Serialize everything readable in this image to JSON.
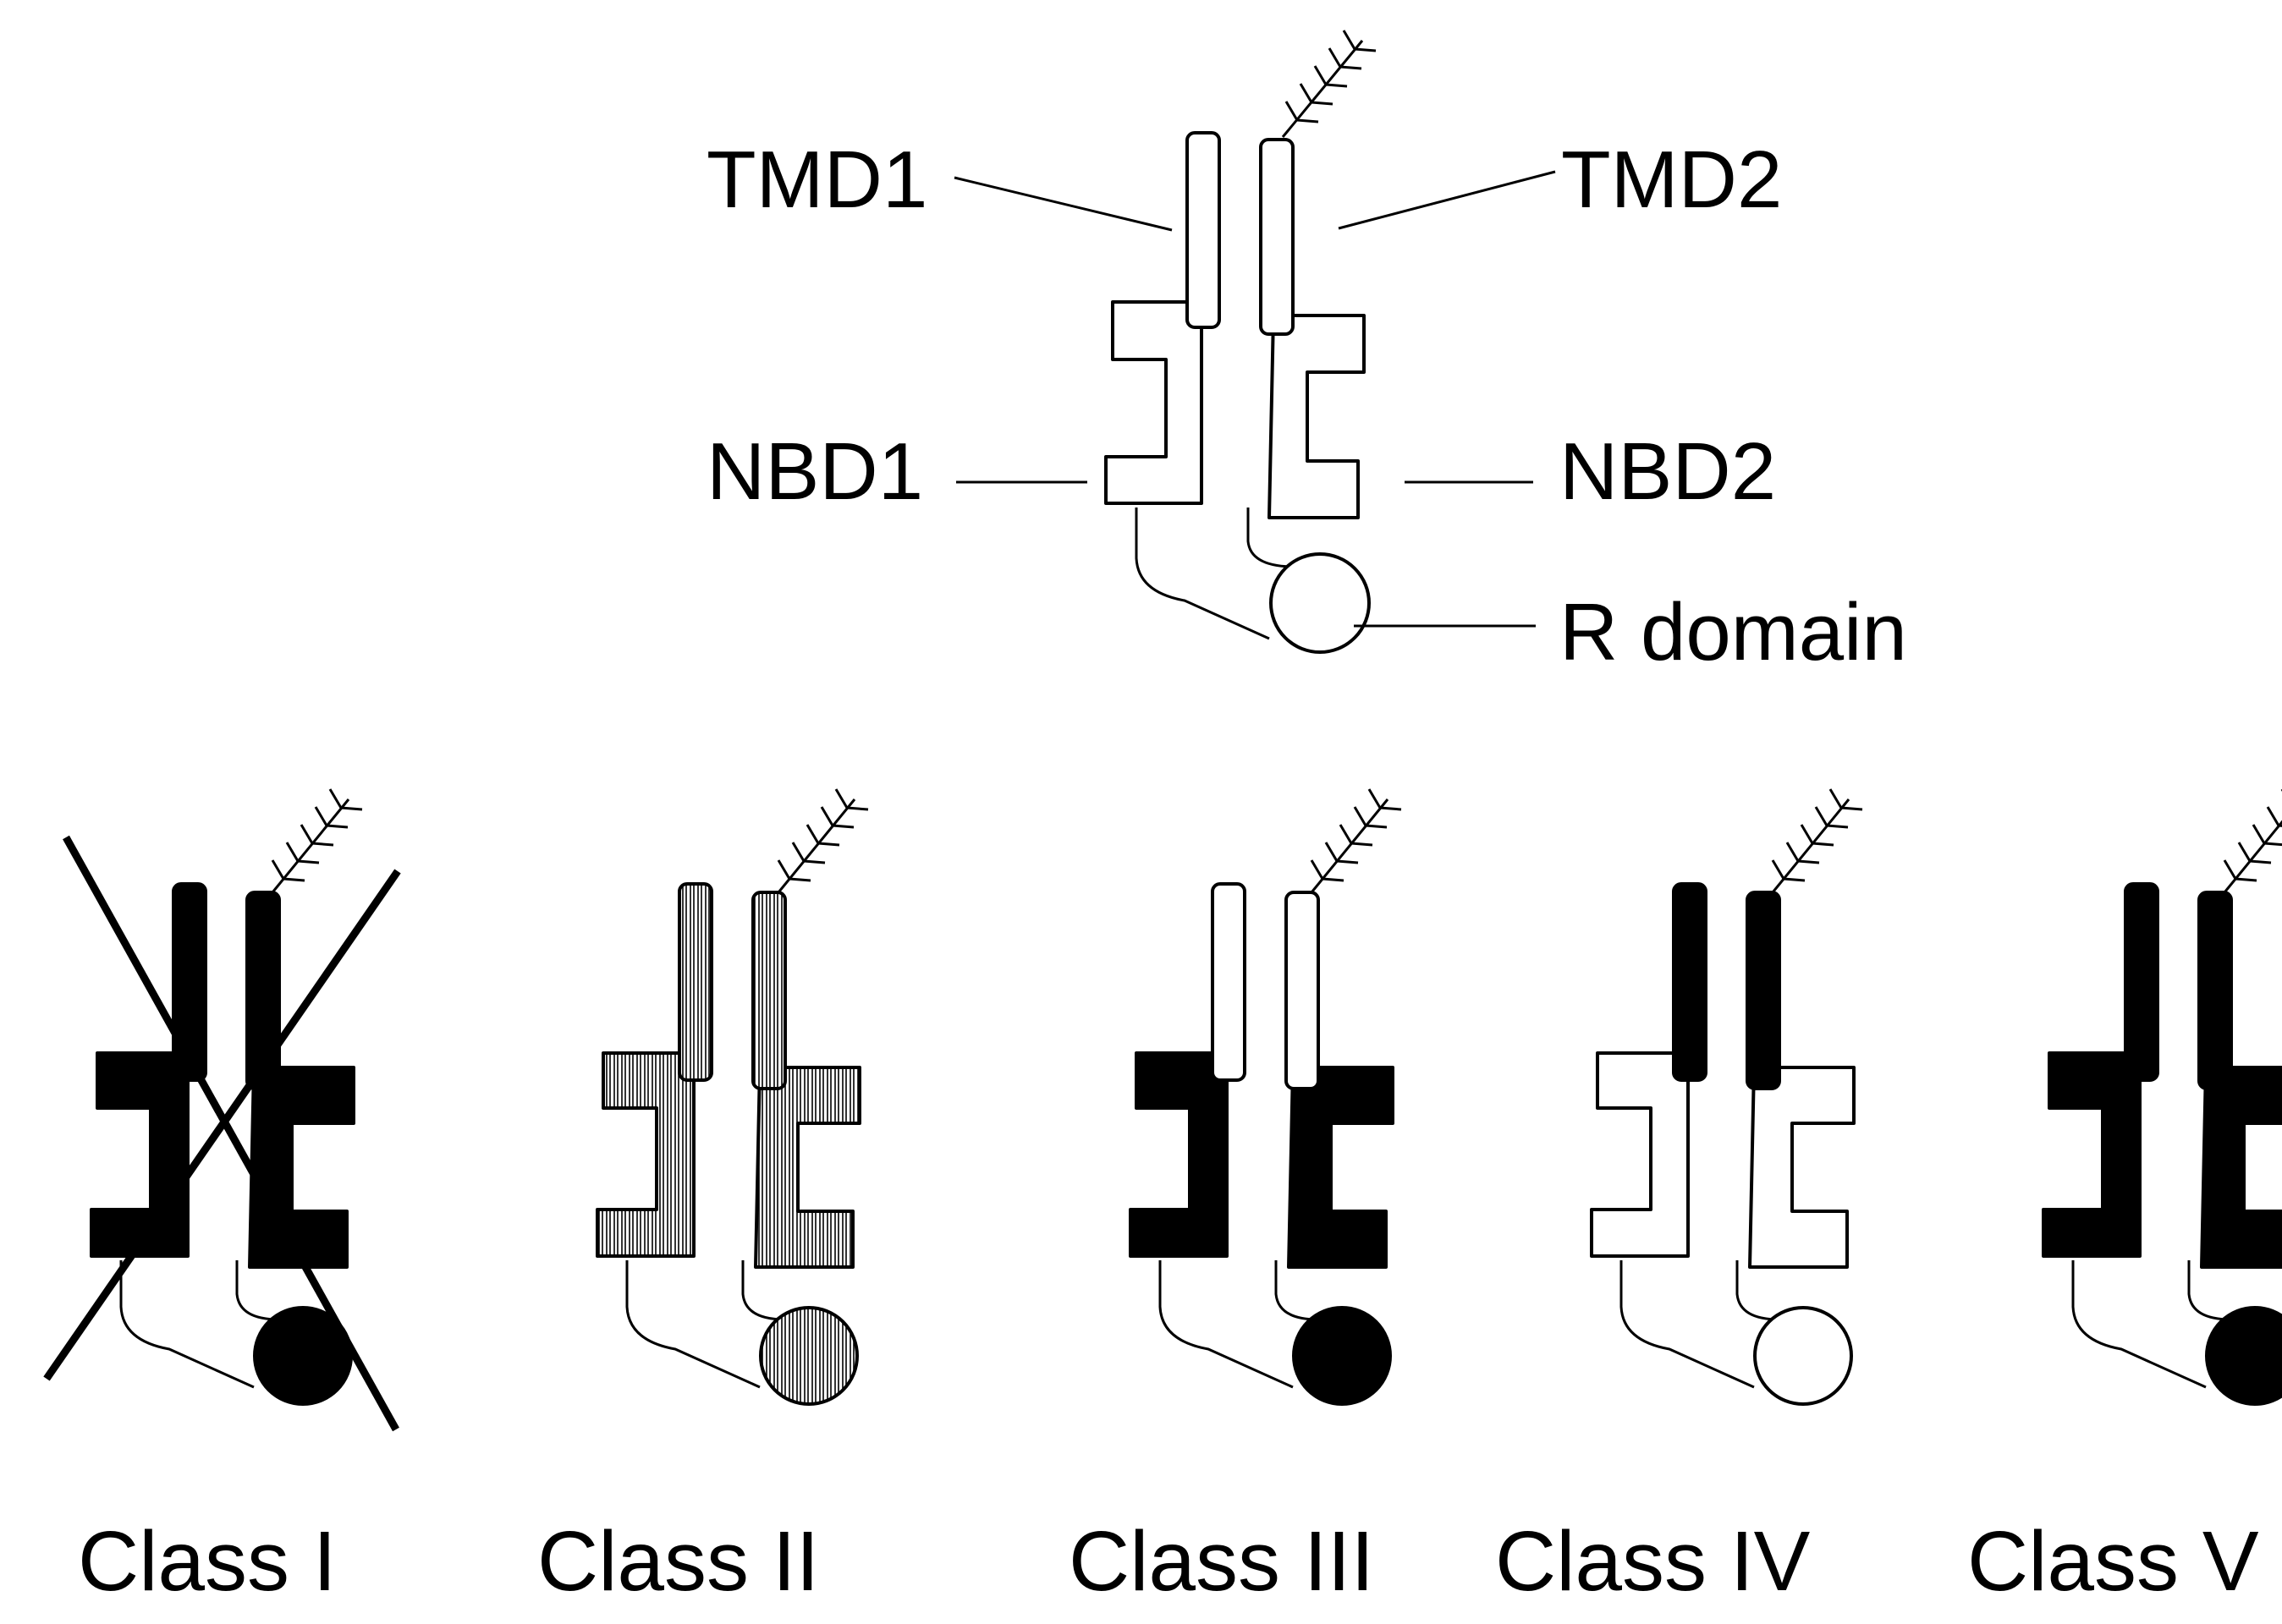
{
  "domain_labels": {
    "tmd1": "TMD1",
    "tmd2": "TMD2",
    "nbd1": "NBD1",
    "nbd2": "NBD2",
    "r_domain": "R domain"
  },
  "classes": [
    {
      "label": "Class I",
      "fill": "black",
      "crossed_out": true
    },
    {
      "label": "Class II",
      "fill": "hatched",
      "crossed_out": false
    },
    {
      "label": "Class III",
      "fill": "nbd-black",
      "crossed_out": false
    },
    {
      "label": "Class IV",
      "fill": "tmd-black",
      "crossed_out": false
    },
    {
      "label": "Class V",
      "fill": "black",
      "crossed_out": false
    }
  ],
  "colors": {
    "ink": "#000000",
    "background": "#ffffff"
  }
}
